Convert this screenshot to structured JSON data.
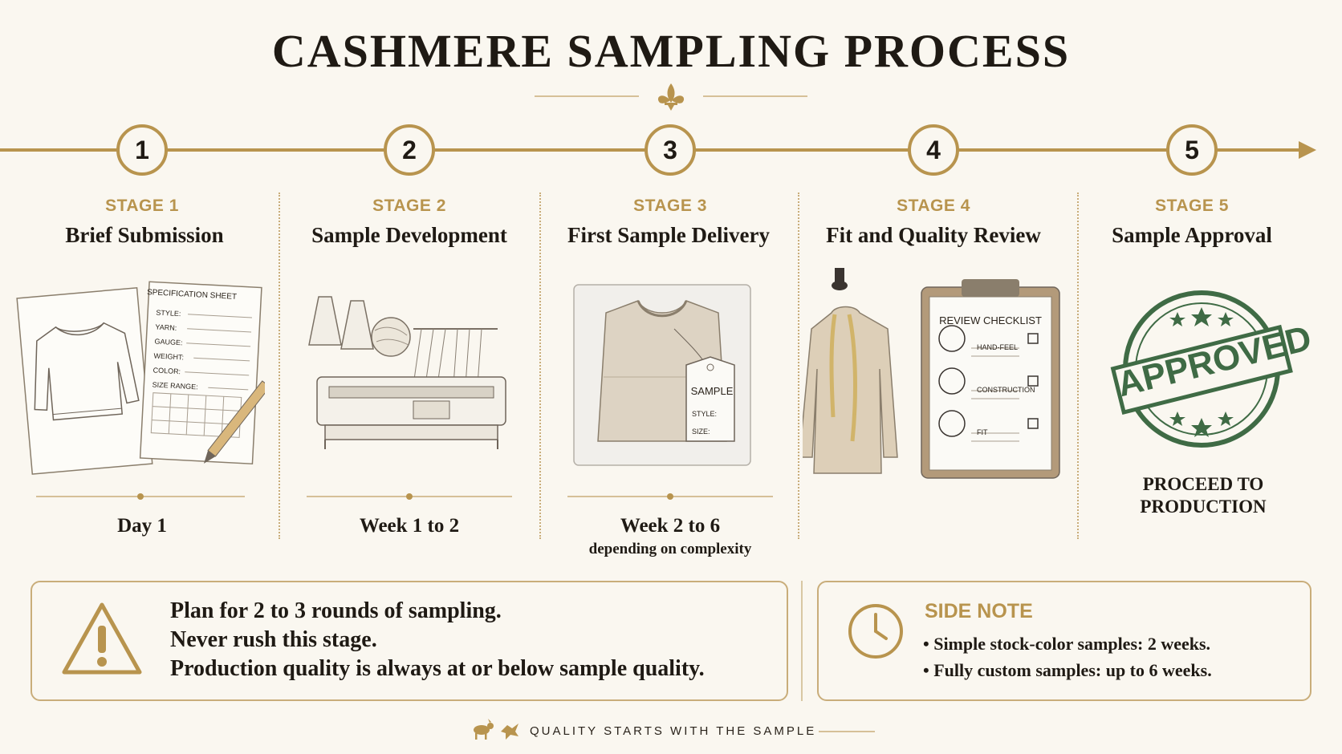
{
  "title": "CASHMERE SAMPLING PROCESS",
  "colors": {
    "gold": "#b8944e",
    "ink": "#1f1a14",
    "stamp_green": "#3f6b45",
    "background": "#faf7f0"
  },
  "stages": [
    {
      "number": "1",
      "label": "STAGE 1",
      "title": "Brief Submission",
      "time": "Day 1",
      "note": ""
    },
    {
      "number": "2",
      "label": "STAGE 2",
      "title": "Sample Development",
      "time": "Week 1 to 2",
      "note": ""
    },
    {
      "number": "3",
      "label": "STAGE 3",
      "title": "First Sample Delivery",
      "time": "Week 2 to 6",
      "note": "depending on complexity"
    },
    {
      "number": "4",
      "label": "STAGE 4",
      "title": "Fit and Quality Review",
      "time": "",
      "note": ""
    },
    {
      "number": "5",
      "label": "STAGE 5",
      "title": "Sample Approval",
      "time": "",
      "note": ""
    }
  ],
  "spec_sheet": {
    "heading": "SPECIFICATION SHEET",
    "fields": [
      "STYLE:",
      "YARN:",
      "GAUGE:",
      "WEIGHT:",
      "COLOR:",
      "SIZE RANGE:"
    ]
  },
  "sample_tag": {
    "heading": "SAMPLE",
    "fields": [
      "STYLE:",
      "SIZE:"
    ]
  },
  "review_checklist": {
    "heading": "REVIEW CHECKLIST",
    "items": [
      "HAND-FEEL",
      "CONSTRUCTION",
      "FIT"
    ]
  },
  "approval": {
    "stamp": "APPROVED",
    "proceed_line1": "PROCEED TO",
    "proceed_line2": "PRODUCTION"
  },
  "warning": {
    "icon": "warning-triangle-icon",
    "lines": [
      "Plan for 2 to 3 rounds of sampling.",
      "Never rush this stage.",
      "Production quality is always at or below sample quality."
    ]
  },
  "side_note": {
    "icon": "clock-icon",
    "title": "SIDE NOTE",
    "items": [
      "• Simple stock-color samples: 2 weeks.",
      "• Fully custom samples: up to 6 weeks."
    ]
  },
  "footer": {
    "text": "QUALITY STARTS WITH THE SAMPLE",
    "icons": [
      "goat-icon",
      "fleece-icon"
    ]
  }
}
